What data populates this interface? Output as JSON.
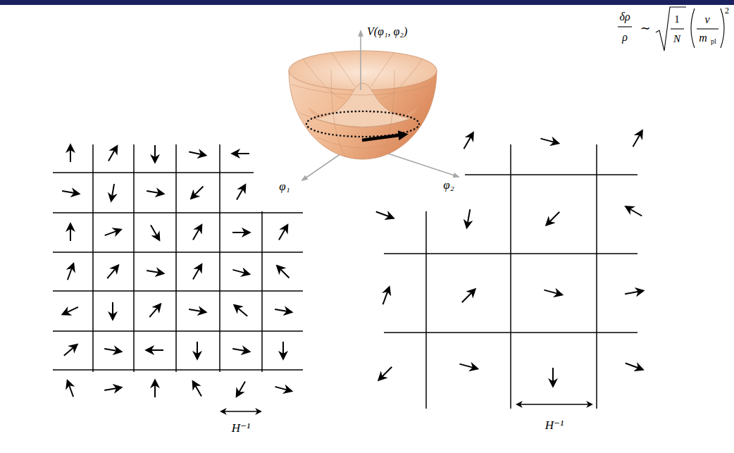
{
  "diagram": {
    "labels": [
      "V(φ₁, φ₂)",
      "φ₁",
      "φ₂",
      "H⁻¹",
      "H⁻¹",
      "δρ",
      "ρ",
      "∼",
      "1",
      "N",
      "v",
      "m",
      "pl",
      "2"
    ]
  }
}
